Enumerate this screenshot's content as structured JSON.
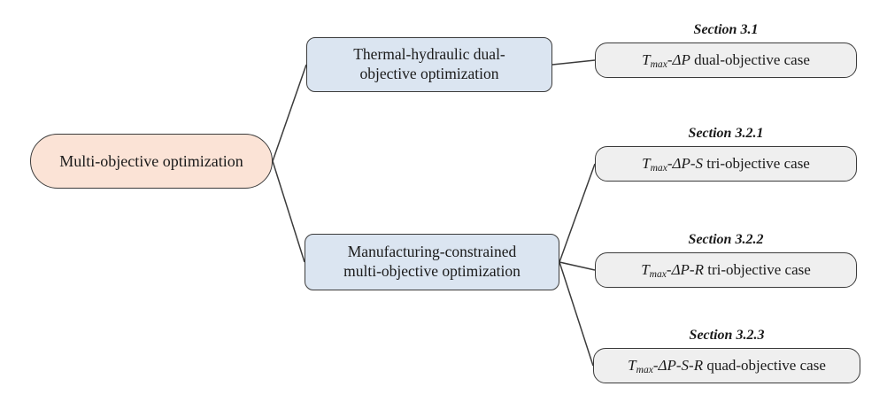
{
  "root": {
    "label": "Multi-objective optimization"
  },
  "branches": [
    {
      "line1": "Thermal-hydraulic dual-",
      "line2": "objective optimization"
    },
    {
      "line1": "Manufacturing-constrained",
      "line2": "multi-objective optimization"
    }
  ],
  "leaves": [
    {
      "section": "Section 3.1",
      "var_t": "T",
      "var_sub": "max",
      "math_rest": "-ΔP",
      "desc": " dual-objective case"
    },
    {
      "section": "Section 3.2.1",
      "var_t": "T",
      "var_sub": "max",
      "math_rest": "-ΔP-S",
      "desc": " tri-objective case"
    },
    {
      "section": "Section 3.2.2",
      "var_t": "T",
      "var_sub": "max",
      "math_rest": "-ΔP-R",
      "desc": " tri-objective case"
    },
    {
      "section": "Section 3.2.3",
      "var_t": "T",
      "var_sub": "max",
      "math_rest": "-ΔP-S-R",
      "desc": " quad-objective case"
    }
  ],
  "colors": {
    "root_fill": "#fbe3d6",
    "branch_fill": "#dbe5f1",
    "leaf_fill": "#efefef",
    "border": "#3b3b3b",
    "line": "#3b3b3b"
  }
}
